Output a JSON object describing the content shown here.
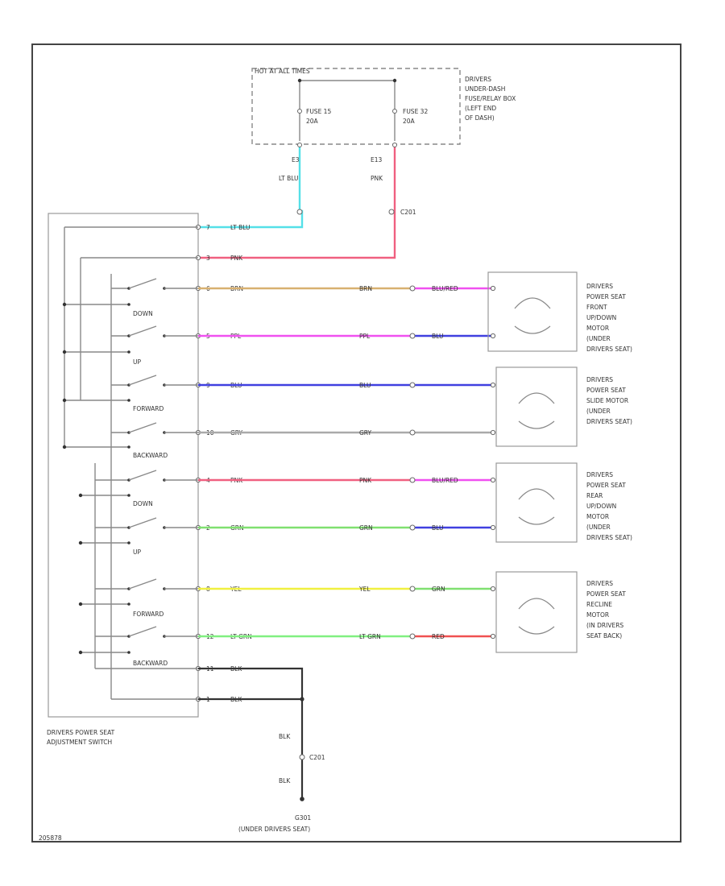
{
  "colors": {
    "lt_blu": "#55e0e8",
    "pnk": "#f06080",
    "brn": "#d8b070",
    "ppl": "#f050f0",
    "blu": "#4040e0",
    "gry": "#aaaaaa",
    "grn": "#80e070",
    "yel": "#f0f040",
    "lt_grn": "#80f080",
    "red": "#f05050",
    "blk": "#333333"
  },
  "fuse_box": {
    "title": "HOT AT ALL TIMES",
    "location": [
      "DRIVERS",
      "UNDER-DASH",
      "FUSE/RELAY BOX",
      "(LEFT END",
      "OF DASH)"
    ],
    "fuse_left": [
      "FUSE 15",
      "20A"
    ],
    "fuse_right": [
      "FUSE 32",
      "20A"
    ]
  },
  "feed_wires": {
    "left_pin": "E3",
    "left_color": "LT BLU",
    "right_pin": "E13",
    "right_color": "PNK",
    "connector": "C201"
  },
  "switch_pins": [
    {
      "pin": "7",
      "color": "LT BLU",
      "wire": "lt_blu"
    },
    {
      "pin": "3",
      "color": "PNK",
      "wire": "pnk"
    },
    {
      "pin": "6",
      "color": "BRN",
      "wire": "brn"
    },
    {
      "pin": "5",
      "color": "PPL",
      "wire": "ppl"
    },
    {
      "pin": "9",
      "color": "BLU",
      "wire": "blu"
    },
    {
      "pin": "10",
      "color": "GRY",
      "wire": "gry"
    },
    {
      "pin": "4",
      "color": "PNK",
      "wire": "pnk"
    },
    {
      "pin": "2",
      "color": "GRN",
      "wire": "grn"
    },
    {
      "pin": "8",
      "color": "YEL",
      "wire": "yel"
    },
    {
      "pin": "12",
      "color": "LT GRN",
      "wire": "lt_grn"
    },
    {
      "pin": "11",
      "color": "BLK",
      "wire": "blk"
    },
    {
      "pin": "1",
      "color": "BLK",
      "wire": "blk"
    }
  ],
  "switch_labels": [
    "DOWN",
    "UP",
    "FORWARD",
    "BACKWARD",
    "DOWN",
    "UP",
    "FORWARD",
    "BACKWARD"
  ],
  "switch_name": [
    "DRIVERS POWER SEAT",
    "ADJUSTMENT SWITCH"
  ],
  "motor_wires": [
    {
      "mid": "BRN",
      "right": "BLU/RED",
      "mid_wire": "brn",
      "right_wire": "ppl"
    },
    {
      "mid": "PPL",
      "right": "BLU",
      "mid_wire": "ppl",
      "right_wire": "blu"
    },
    {
      "mid": "BLU",
      "right": "",
      "mid_wire": "blu",
      "right_wire": "blu"
    },
    {
      "mid": "GRY",
      "right": "",
      "mid_wire": "gry",
      "right_wire": "gry"
    },
    {
      "mid": "PNK",
      "right": "BLU/RED",
      "mid_wire": "pnk",
      "right_wire": "ppl"
    },
    {
      "mid": "GRN",
      "right": "BLU",
      "mid_wire": "grn",
      "right_wire": "blu"
    },
    {
      "mid": "YEL",
      "right": "GRN",
      "mid_wire": "yel",
      "right_wire": "grn"
    },
    {
      "mid": "LT GRN",
      "right": "RED",
      "mid_wire": "lt_grn",
      "right_wire": "red"
    }
  ],
  "motors": [
    {
      "lines": [
        "DRIVERS",
        "POWER SEAT",
        "FRONT",
        "UP/DOWN",
        "MOTOR",
        "(UNDER",
        "DRIVERS SEAT)"
      ]
    },
    {
      "lines": [
        "DRIVERS",
        "POWER SEAT",
        "SLIDE MOTOR",
        "(UNDER",
        "DRIVERS SEAT)"
      ]
    },
    {
      "lines": [
        "DRIVERS",
        "POWER SEAT",
        "REAR",
        "UP/DOWN",
        "MOTOR",
        "(UNDER",
        "DRIVERS SEAT)"
      ]
    },
    {
      "lines": [
        "DRIVERS",
        "POWER SEAT",
        "RECLINE",
        "MOTOR",
        "(IN DRIVERS",
        "SEAT BACK)"
      ]
    }
  ],
  "ground": {
    "wire_top": "BLK",
    "connector": "C201",
    "wire_bottom": "BLK",
    "name": "G301",
    "location": "(UNDER DRIVERS SEAT)"
  },
  "footer_code": "205878"
}
